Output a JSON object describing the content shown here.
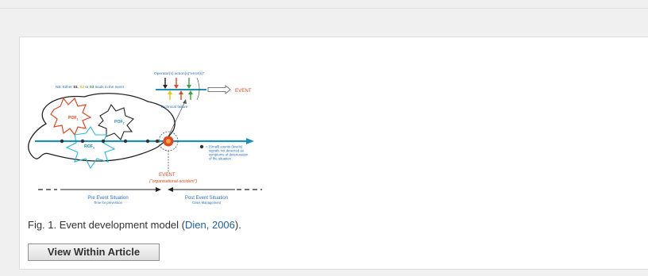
{
  "figure": {
    "nb_note": {
      "prefix": "NB: Either",
      "s1": "S1",
      "sep1": ",",
      "s2": "S2",
      "mid": "or",
      "s3": "S3",
      "suffix": "leads to the event"
    },
    "operator_label": "Operator(s) action(s)\"error(s)\"",
    "event_top": "EVENT",
    "technical_failure": "Technical failure",
    "pof1": "POF",
    "pof1_sub": "1",
    "pof2": "POF",
    "pof2_sub": "2",
    "rof": "ROF",
    "rof_sub": "n",
    "small_events_legend": [
      "= (Small) events (levels)",
      "signals not detected as",
      "symptoms of deterioration",
      "of the situation"
    ],
    "event_bottom": "EVENT",
    "org_accident": "(\"organisational accident\")",
    "pre_event_title": "Pre Event Situation",
    "pre_event_sub": "Time for prevention",
    "post_event_title": "Post Event Situation",
    "post_event_sub": "Crisis Management"
  },
  "caption": {
    "text_before": "Fig. 1. Event development model (",
    "cite": "Dien, 2006",
    "text_after": ")."
  },
  "view_button_label": "View Within Article",
  "colors": {
    "link_blue": "#1f5fa8",
    "timeline_blue": "#1f8fb3",
    "event_red": "#e0481e",
    "text_blue": "#2a6fb6"
  }
}
